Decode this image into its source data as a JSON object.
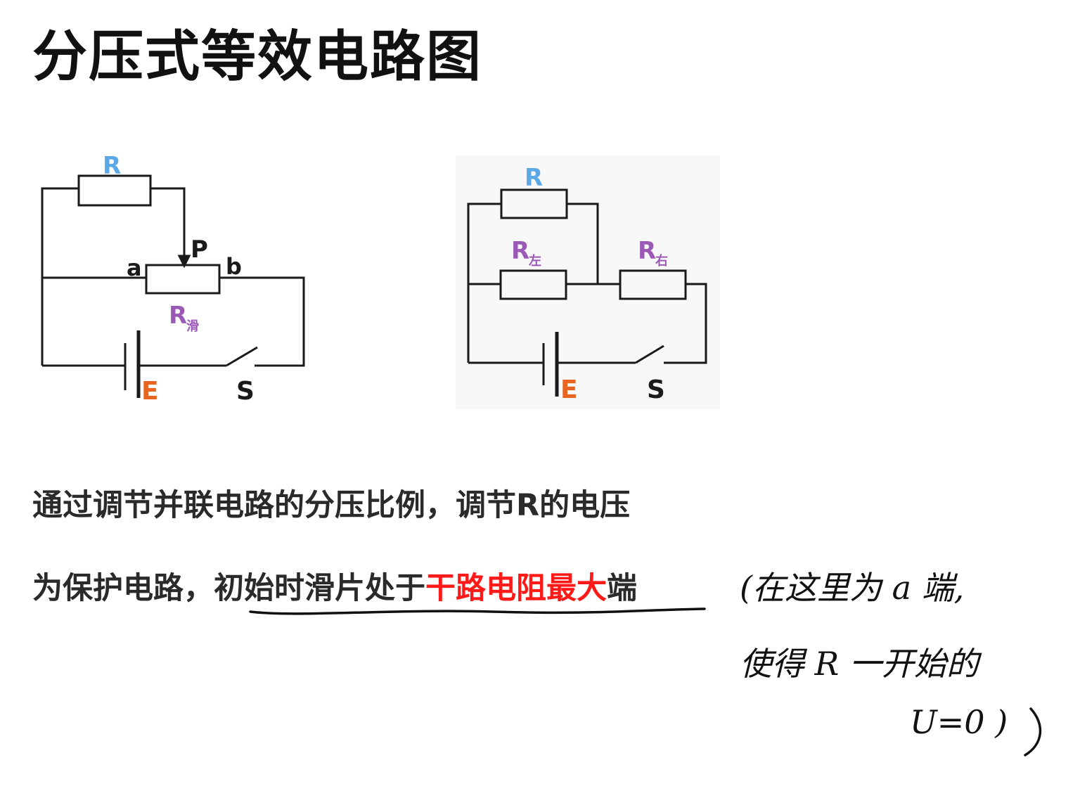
{
  "title": "分压式等效电路图",
  "left_circuit": {
    "resistor_label": "R",
    "slider_label": "P",
    "end_a": "a",
    "end_b": "b",
    "rheostat_main": "R",
    "rheostat_sub": "滑",
    "emf_label": "E",
    "switch_label": "S"
  },
  "right_circuit": {
    "resistor_label": "R",
    "left_main": "R",
    "left_sub": "左",
    "right_main": "R",
    "right_sub": "右",
    "emf_label": "E",
    "switch_label": "S"
  },
  "text": {
    "line1": "通过调节并联电路的分压比例，调节R的电压",
    "line2_a": "为保护电路，",
    "line2_b": "初始时滑片处于",
    "line2_red": "干路电阻最大",
    "line2_c": "端"
  },
  "handwriting": {
    "line1": "(在这里为 a 端,",
    "line2": "使得 R 一开始的",
    "line3": "U=0 )"
  },
  "colors": {
    "blue": "#5aa9e6",
    "purple": "#9b59b6",
    "orange": "#e8651f",
    "red": "#ff1a1a"
  }
}
